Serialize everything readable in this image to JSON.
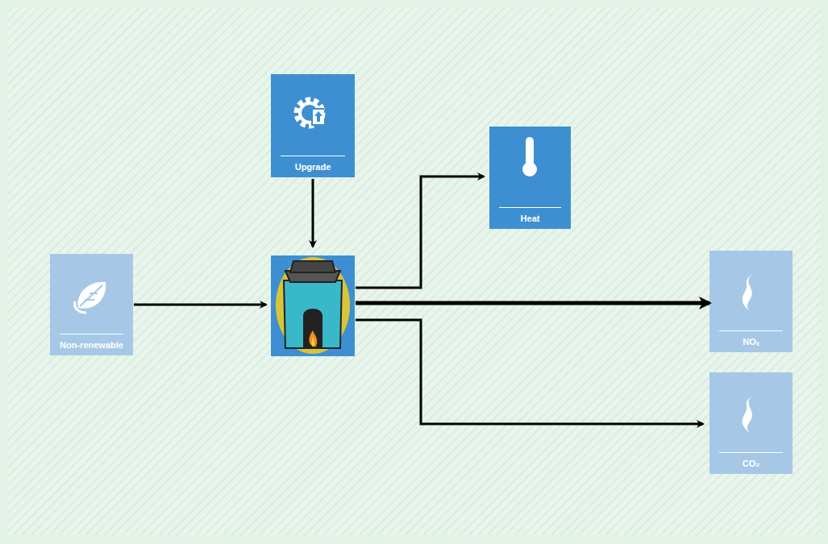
{
  "diagram": {
    "nodes": [
      {
        "text": [
          "Upgrade"
        ]
      },
      {
        "text": [
          "Heat"
        ]
      },
      {
        "text": [
          "Non-renewable"
        ]
      },
      {
        "text": [
          "NOₓ"
        ]
      },
      {
        "text": [
          "CO₂"
        ]
      }
    ]
  }
}
